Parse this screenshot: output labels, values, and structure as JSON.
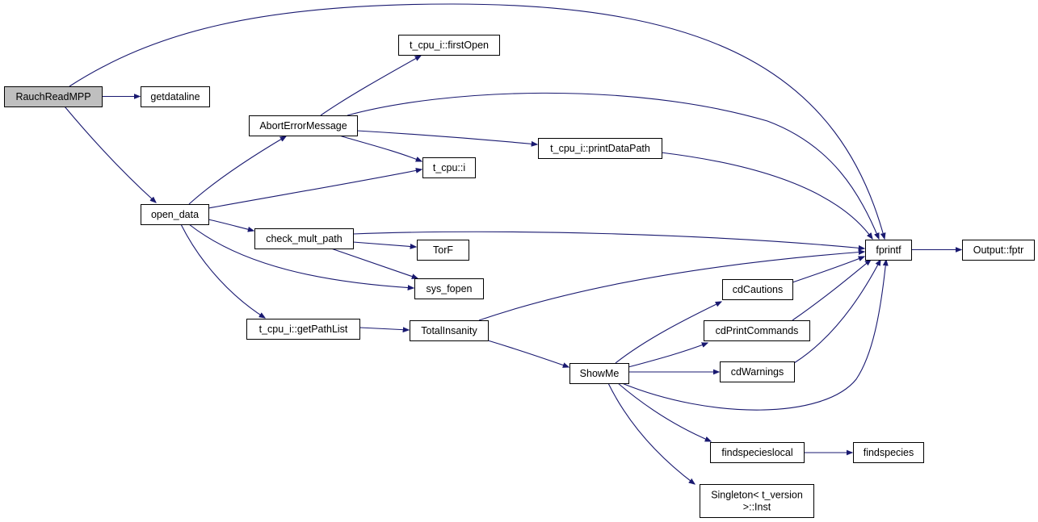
{
  "graph": {
    "nodes": [
      {
        "id": "rauch",
        "label": "RauchReadMPP",
        "root": true
      },
      {
        "id": "getdataline",
        "label": "getdataline"
      },
      {
        "id": "open_data",
        "label": "open_data"
      },
      {
        "id": "firstopen",
        "label": "t_cpu_i::firstOpen"
      },
      {
        "id": "abort",
        "label": "AbortErrorMessage"
      },
      {
        "id": "printdatapath",
        "label": "t_cpu_i::printDataPath"
      },
      {
        "id": "tcpui",
        "label": "t_cpu::i"
      },
      {
        "id": "checkmult",
        "label": "check_mult_path"
      },
      {
        "id": "torf",
        "label": "TorF"
      },
      {
        "id": "sysfopen",
        "label": "sys_fopen"
      },
      {
        "id": "getpathlist",
        "label": "t_cpu_i::getPathList"
      },
      {
        "id": "totalinsanity",
        "label": "TotalInsanity"
      },
      {
        "id": "showme",
        "label": "ShowMe"
      },
      {
        "id": "cdcautions",
        "label": "cdCautions"
      },
      {
        "id": "cdprint",
        "label": "cdPrintCommands"
      },
      {
        "id": "cdwarnings",
        "label": "cdWarnings"
      },
      {
        "id": "fprintf",
        "label": "fprintf"
      },
      {
        "id": "outputfptr",
        "label": "Output::fptr"
      },
      {
        "id": "findspecieslocal",
        "label": "findspecieslocal"
      },
      {
        "id": "findspecies",
        "label": "findspecies"
      },
      {
        "id": "singleton",
        "label": "Singleton< t_version\n>::Inst"
      }
    ],
    "edges": [
      [
        "rauch",
        "getdataline"
      ],
      [
        "rauch",
        "open_data"
      ],
      [
        "rauch",
        "fprintf"
      ],
      [
        "open_data",
        "abort"
      ],
      [
        "open_data",
        "tcpui"
      ],
      [
        "open_data",
        "checkmult"
      ],
      [
        "open_data",
        "sysfopen"
      ],
      [
        "open_data",
        "getpathlist"
      ],
      [
        "abort",
        "firstopen"
      ],
      [
        "abort",
        "printdatapath"
      ],
      [
        "abort",
        "tcpui"
      ],
      [
        "abort",
        "fprintf"
      ],
      [
        "printdatapath",
        "fprintf"
      ],
      [
        "checkmult",
        "fprintf"
      ],
      [
        "checkmult",
        "torf"
      ],
      [
        "checkmult",
        "sysfopen"
      ],
      [
        "getpathlist",
        "totalinsanity"
      ],
      [
        "totalinsanity",
        "fprintf"
      ],
      [
        "totalinsanity",
        "showme"
      ],
      [
        "showme",
        "cdcautions"
      ],
      [
        "showme",
        "cdprint"
      ],
      [
        "showme",
        "cdwarnings"
      ],
      [
        "showme",
        "fprintf"
      ],
      [
        "showme",
        "findspecieslocal"
      ],
      [
        "showme",
        "singleton"
      ],
      [
        "cdcautions",
        "fprintf"
      ],
      [
        "cdprint",
        "fprintf"
      ],
      [
        "cdwarnings",
        "fprintf"
      ],
      [
        "fprintf",
        "outputfptr"
      ],
      [
        "findspecieslocal",
        "findspecies"
      ]
    ]
  }
}
